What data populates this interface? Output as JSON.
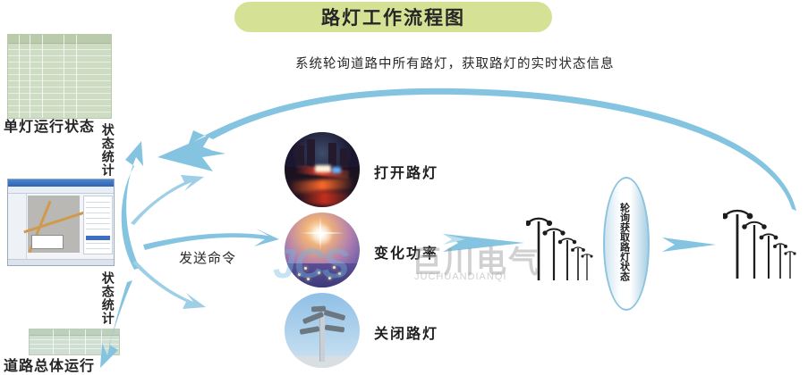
{
  "title": {
    "text": "路灯工作流程图",
    "pill_color": "#d5e295"
  },
  "subtitle": {
    "text": "系统轮询道路中所有路灯，获取路灯的实时状态信息"
  },
  "left_panel": {
    "top_table_caption": "单灯运行状态",
    "bottom_table_caption": "道路总体运行",
    "vertical_label_upper": "状态统计",
    "vertical_label_lower": "状态统计",
    "map_window_name": "map-screenshot"
  },
  "flow": {
    "send_command_label": "发送命令"
  },
  "actions": [
    {
      "label": "打开路灯",
      "icon": "night-traffic-photo"
    },
    {
      "label": "变化功率",
      "icon": "sun-flare-city-photo"
    },
    {
      "label": "关闭路灯",
      "icon": "street-lamp-sky-photo"
    }
  ],
  "poll_oval": {
    "text": "轮询获取路灯状态"
  },
  "lamp_groups": {
    "left_group_name": "street-lamp-row-left",
    "right_group_name": "street-lamp-row-right"
  },
  "watermark": {
    "logo_text": "JCS",
    "brand_cn": "巨川电气",
    "brand_pinyin": "JUCHUANDIANQI"
  },
  "colors": {
    "arrow_blue": "#84c4e0",
    "title_green": "#d5e295",
    "table_green": "#cddcc2",
    "oval_border": "#8dc3dd"
  }
}
